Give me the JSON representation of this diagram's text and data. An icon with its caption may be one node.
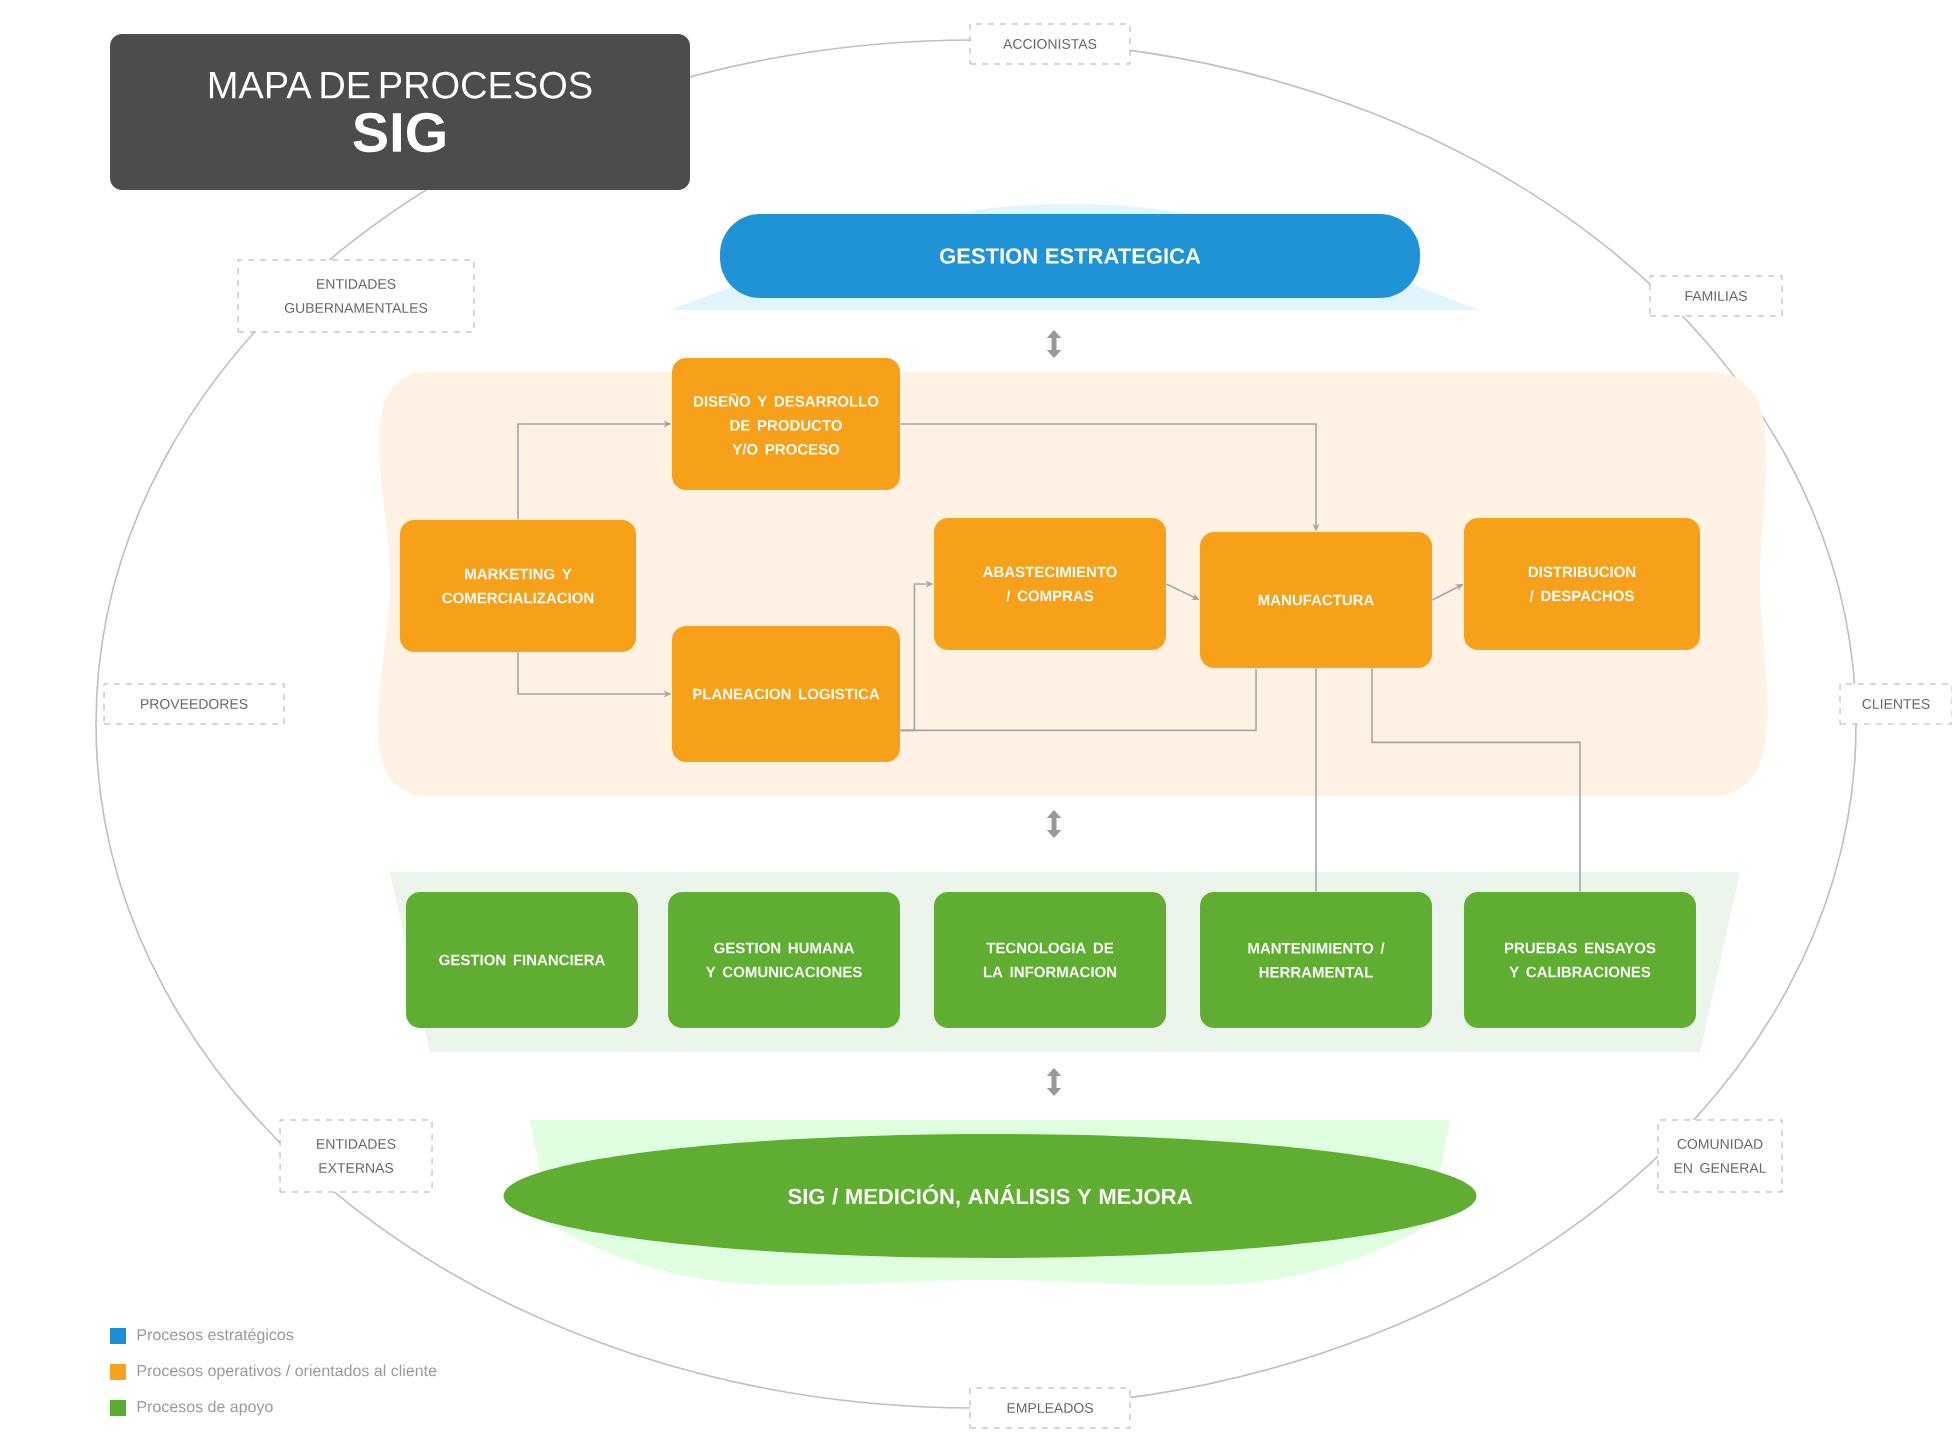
{
  "diagram": {
    "nodes": [
      {
        "text": [
          "MAPA DE PROCESOS",
          "SIG"
        ]
      },
      {
        "text": [
          "ACCIONISTAS"
        ]
      },
      {
        "text": [
          "ENTIDADES GUBERNAMENTALES"
        ]
      },
      {
        "text": [
          "FAMILIAS"
        ]
      },
      {
        "text": [
          "GESTION ESTRATEGICA"
        ]
      },
      {
        "text": [
          "DISEÑO Y DESARROLLO DE PRODUCTO Y/O PROCESO"
        ]
      },
      {
        "text": [
          "MARKETING Y COMERCIALIZACION"
        ]
      },
      {
        "text": [
          "ABASTECIMIENTO / COMPRAS"
        ]
      },
      {
        "text": [
          "MANUFACTURA"
        ]
      },
      {
        "text": [
          "DISTRIBUCION / DESPACHOS"
        ]
      },
      {
        "text": [
          "PROVEEDORES"
        ]
      },
      {
        "text": [
          "PLANEACION LOGISTICA"
        ]
      },
      {
        "text": [
          "CLIENTES"
        ]
      },
      {
        "text": [
          "GESTION FINANCIERA"
        ]
      },
      {
        "text": [
          "GESTION HUMANA Y COMUNICACIONES"
        ]
      },
      {
        "text": [
          "TECNOLOGIA DE LA INFORMACION"
        ]
      },
      {
        "text": [
          "MANTENIMIENTO / HERRAMENTAL"
        ]
      },
      {
        "text": [
          "PRUEBAS ENSAYOS Y CALIBRACIONES"
        ]
      },
      {
        "text": [
          "ENTIDADES EXTERNAS"
        ]
      },
      {
        "text": [
          "COMUNIDAD EN GENERAL"
        ]
      },
      {
        "text": [
          "SIG / MEDICIÓN, ANÁLISIS Y MEJORA"
        ]
      },
      {
        "text": [
          "EMPLEADOS"
        ]
      }
    ],
    "edges": [
      {
        "from": 6,
        "to": 5,
        "arrow": "to"
      },
      {
        "from": 6,
        "to": 11,
        "arrow": "to"
      },
      {
        "from": 5,
        "to": 8,
        "arrow": "to"
      },
      {
        "from": 11,
        "to": 7,
        "arrow": "to"
      },
      {
        "from": 7,
        "to": 8,
        "arrow": "to"
      },
      {
        "from": 8,
        "to": 9,
        "arrow": "to"
      },
      {
        "from": 11,
        "to": 8,
        "arrow": "none"
      },
      {
        "from": 8,
        "to": 16,
        "arrow": "none"
      },
      {
        "from": 8,
        "to": 17,
        "arrow": "none"
      }
    ],
    "legend": [
      {
        "text": "Procesos estratégicos",
        "color": "#1a8fd6"
      },
      {
        "text": "Procesos operativos / orientados al cliente",
        "color": "#f7a21b"
      },
      {
        "text": "Procesos de apoyo",
        "color": "#5aab2e"
      }
    ]
  }
}
